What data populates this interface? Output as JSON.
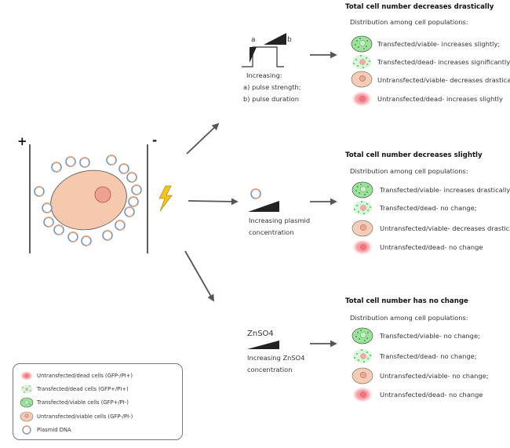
{
  "electrodes": {
    "positive": "+",
    "negative": "-"
  },
  "pulse_panel": {
    "label_a": "a",
    "label_b": "b",
    "caption": [
      "Increasing:",
      "a) pulse strength;",
      "b) pulse duration"
    ],
    "heading": "Total cell number decreases drastically",
    "subheading": "Distribution among cell populations:",
    "items": [
      "Transfected/viable- increases slightly;",
      "Transfected/dead- increases significantly;",
      "Untransfected/viable- decreases drastically;",
      "Untransfected/dead- increases slightly"
    ]
  },
  "plasmid_panel": {
    "caption": [
      "Increasing plasmid",
      "concentration"
    ],
    "heading": "Total cell number decreases slightly",
    "subheading": "Distribution among cell populations:",
    "items": [
      "Transfected/viable- increases drastically;",
      "Transfected/dead- no change;",
      "Untransfected/viable- decreases drastically;",
      "Untransfected/dead- no change"
    ]
  },
  "znso4_panel": {
    "label": "ZnSO4",
    "caption": [
      "Increasing ZnSO4",
      "concentration"
    ],
    "heading": "Total cell number has no change",
    "subheading": "Distribution among cell populations:",
    "items": [
      "Transfected/viable- no change;",
      "Transfected/dead- no change;",
      "Untransfected/viable- no change;",
      "Untransfected/dead- no change"
    ]
  },
  "legend": {
    "items": [
      "Untransfected/dead cells (GFP-/PI+)",
      "Transfected/dead cells (GFP+/PI+)",
      "Transfected/viable cells (GFP+/PI-)",
      "Untransfected/viable cells (GFP-/PI-)",
      "Plasmid DNA"
    ]
  },
  "colors": {
    "transfected_viable": "#9be39b",
    "transfected_dead": "#b9efb9",
    "untransfected_viable": "#f6cdb4",
    "untransfected_dead": "#f7a1a6",
    "nucleus": "#f0a898",
    "plasmid_ring_a": "#7a96c0",
    "plasmid_ring_b": "#e2a07a",
    "arrow": "#555555",
    "lightning": "#f3c322"
  }
}
